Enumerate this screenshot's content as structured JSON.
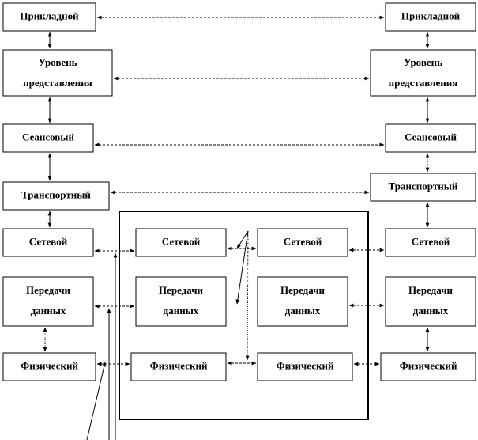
{
  "diagram": {
    "left_stack": {
      "application": "Прикладной",
      "presentation": [
        "Уровень",
        "представления"
      ],
      "session": "Сеансовый",
      "transport": "Транспортный",
      "network": "Сетевой",
      "datalink": [
        "Передачи",
        "данных"
      ],
      "physical": "Физический"
    },
    "right_stack": {
      "application": "Прикладной",
      "presentation": [
        "Уровень",
        "представления"
      ],
      "session": "Сеансовый",
      "transport": "Транспортный",
      "network": "Сетевой",
      "datalink": [
        "Передачи",
        "данных"
      ],
      "physical": "Физический"
    },
    "relay_left": {
      "network": "Сетевой",
      "datalink": [
        "Передачи",
        "данных"
      ],
      "physical": "Физический"
    },
    "relay_right": {
      "network": "Сетевой",
      "datalink": [
        "Передачи",
        "данных"
      ],
      "physical": "Физический"
    }
  }
}
